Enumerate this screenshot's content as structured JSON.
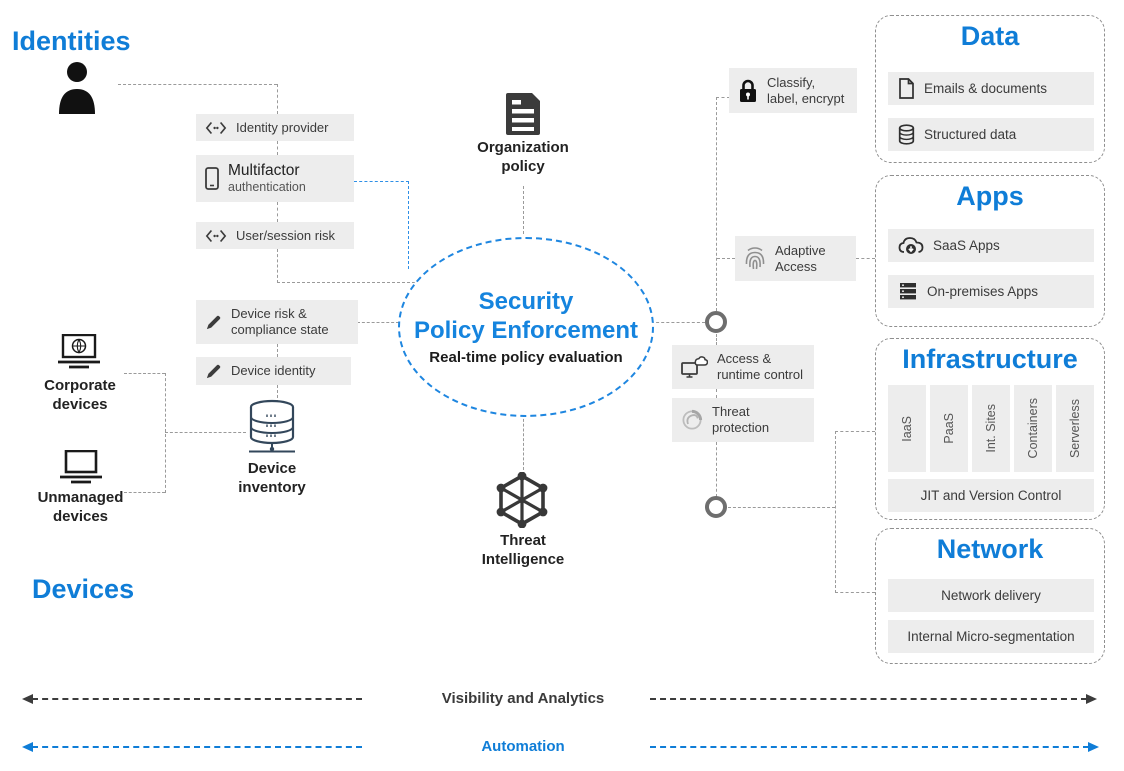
{
  "titles": {
    "identities": "Identities",
    "devices": "Devices"
  },
  "identity_chain": {
    "identity_provider": "Identity provider",
    "multifactor": "Multifactor",
    "multifactor_sub": "authentication",
    "user_session_risk": "User/session risk"
  },
  "device_chain": {
    "device_risk": "Device risk &\ncompliance state",
    "device_identity": "Device identity",
    "corporate": "Corporate\ndevices",
    "unmanaged": "Unmanaged\ndevices",
    "inventory": "Device\ninventory"
  },
  "center": {
    "org_policy": "Organization\npolicy",
    "security_line1": "Security",
    "security_line2": "Policy Enforcement",
    "security_sub": "Real-time policy evaluation",
    "threat_intelligence": "Threat\nIntelligence"
  },
  "controls": {
    "classify": "Classify,\nlabel, encrypt",
    "adaptive": "Adaptive\nAccess",
    "access_runtime": "Access &\nruntime control",
    "threat_protection": "Threat\nprotection"
  },
  "panels": {
    "data": {
      "title": "Data",
      "items": [
        "Emails & documents",
        "Structured data"
      ]
    },
    "apps": {
      "title": "Apps",
      "items": [
        "SaaS Apps",
        "On-premises Apps"
      ]
    },
    "infrastructure": {
      "title": "Infrastructure",
      "columns": [
        "IaaS",
        "PaaS",
        "Int. Sites",
        "Containers",
        "Serverless"
      ],
      "footer": "JIT and Version Control"
    },
    "network": {
      "title": "Network",
      "items": [
        "Network delivery",
        "Internal Micro-segmentation"
      ]
    }
  },
  "bottom_arrows": {
    "visibility": "Visibility and Analytics",
    "automation": "Automation"
  },
  "colors": {
    "accent": "#0f7dd7",
    "box_bg": "#ededed",
    "line_gray": "#9a9a9a",
    "dark_line": "#3c3c3c",
    "ellipse_blue": "#1e86e0"
  },
  "icons": [
    "person-icon",
    "code-brackets-icon",
    "smartphone-icon",
    "pencil-icon",
    "laptop-globe-icon",
    "laptop-icon",
    "database-icon",
    "document-policy-icon",
    "threat-intelligence-icon",
    "lock-icon",
    "fingerprint-icon",
    "monitor-cloud-icon",
    "swirl-shield-icon",
    "page-icon",
    "cylinder-icon",
    "cloud-download-icon",
    "server-rack-icon"
  ]
}
